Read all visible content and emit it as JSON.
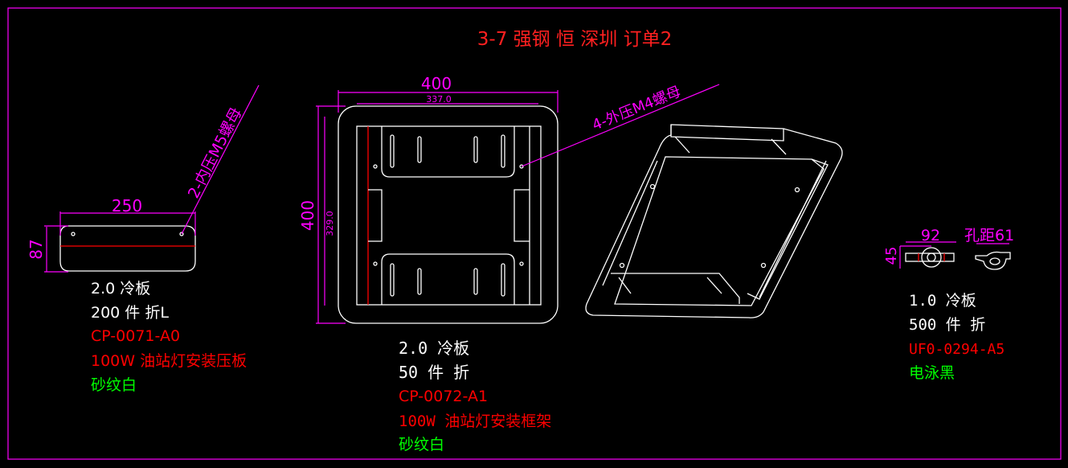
{
  "title": "3-7 强钢 恒 深圳 订单2",
  "colors": {
    "background": "#000000",
    "frame": "#ff00ff",
    "part": "#ffffff",
    "dimension": "#ff00ff",
    "red": "#ff0000",
    "green": "#00ff00"
  },
  "part1": {
    "dim_width": "250",
    "dim_height": "87",
    "callout": "2-内压M5螺母",
    "material": "2.0 冷板",
    "qty": "200 件 折L",
    "code": "CP-0071-A0",
    "name": "100W 油站灯安装压板",
    "finish": "砂纹白"
  },
  "part2": {
    "dim_width": "400",
    "dim_inner_width": "337.0",
    "dim_height": "400",
    "dim_inner_height": "329.0",
    "callout": "4-外压M4螺母",
    "material": "2.0  冷板",
    "qty": "50  件  折",
    "code": "CP-0072-A1",
    "name": "100W 油站灯安装框架",
    "finish": "砂纹白"
  },
  "part3": {
    "dim_width": "92",
    "dim_height": "45",
    "hole_pitch": "孔距61",
    "material": "1.0 冷板",
    "qty": "500 件 折",
    "code": "UF0-0294-A5",
    "finish": "电泳黑"
  }
}
